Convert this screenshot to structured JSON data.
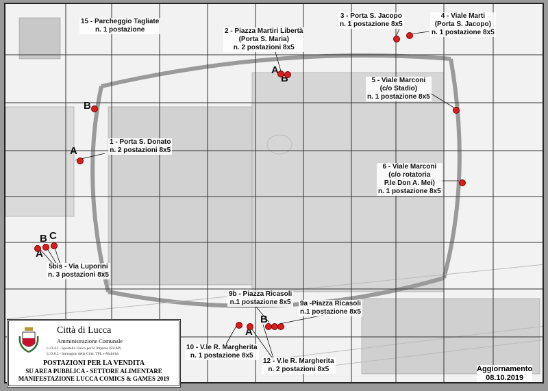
{
  "title_block": {
    "city": "Città di Lucca",
    "administration": "Amministrazione Comunale",
    "office_1": "U.O.4.1 - Sportello Unico per le Imprese (SUAP)",
    "office_2": "U.O.8.2 - Immagine della Città, TPL e Mobilità",
    "heading_1": "POSTAZIONI PER LA VENDITA",
    "heading_2": "SU AREA PUBBLICA - SETTORE ALIMENTARE",
    "heading_3": "MANIFESTAZIONE LUCCA COMICS & GAMES 2019"
  },
  "update": {
    "label": "Aggiornamento",
    "date": "08.10.2019"
  },
  "locations": [
    {
      "name": "15 - Parcheggio Tagliate",
      "detail": "n. 1 postazione"
    },
    {
      "name": "2 - Piazza Martiri Libertà",
      "sub": "(Porta S. Maria)",
      "detail": "n. 2 postazioni 8x5"
    },
    {
      "name": "3 - Porta S. Jacopo",
      "detail": "n. 1 postazione 8x5"
    },
    {
      "name": "4 - Viale Marti",
      "sub": "(Porta S. Jacopo)",
      "detail": "n. 1 postazione 8x5"
    },
    {
      "name": "5 - Viale Marconi",
      "sub": "(c/o Stadio)",
      "detail": "n. 1 postazione 8x5"
    },
    {
      "name": "1 - Porta S. Donato",
      "detail": "n. 2 postazioni 8x5"
    },
    {
      "name": "6 - Viale Marconi",
      "sub": "(c/o rotatoria",
      "sub2": "P.le Don A. Mei)",
      "detail": "n. 1 postazione 8x5"
    },
    {
      "name": "5bis - Via Luporini",
      "detail": "n. 3 postazioni 8x5"
    },
    {
      "name": "9b - Piazza Ricasoli",
      "detail": "n.1 postazione 8x5"
    },
    {
      "name": "9a -Piazza Ricasoli",
      "detail": "n.1 postazione 8x5"
    },
    {
      "name": "10 - V.le R. Margherita",
      "detail": "n. 1 postazione 8x5"
    },
    {
      "name": "12 - V.le R. Margherita",
      "detail": "n. 2 postazioni 8x5"
    }
  ],
  "markers": {
    "A": "A",
    "B": "B",
    "C": "C"
  },
  "colors": {
    "marker": "#d81e1e"
  }
}
